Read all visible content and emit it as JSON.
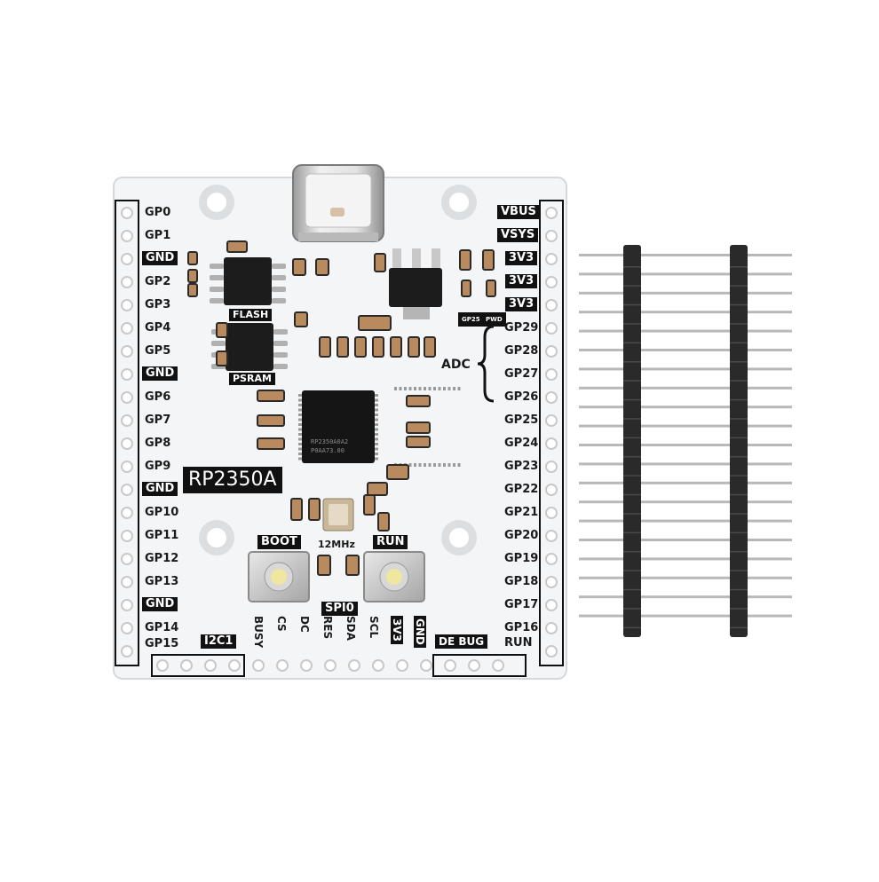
{
  "board": {
    "chip_label": "RP2350A",
    "flash_label": "FLASH",
    "psram_label": "PSRAM",
    "boot_label": "BOOT",
    "run_label": "RUN",
    "crystal_label": "12MHz",
    "adc_label": "ADC",
    "i2c_label": "I2C1",
    "spi_label": "SPI0",
    "debug_label": "DE BUG",
    "debug_run_label": "RUN",
    "led_label_1": "GP25",
    "led_label_2": "PWD",
    "chip_marking_1": "RP2350A0A2",
    "chip_marking_2": "P0AA73.00"
  },
  "left_pins": [
    "GP0",
    "GP1",
    "GND",
    "GP2",
    "GP3",
    "GP4",
    "GP5",
    "GND",
    "GP6",
    "GP7",
    "GP8",
    "GP9",
    "GND",
    "GP10",
    "GP11",
    "GP12",
    "GP13",
    "GND",
    "GP14",
    "GP15"
  ],
  "right_pins": [
    "VBUS",
    "VSYS",
    "3V3",
    "3V3",
    "3V3",
    "GP29",
    "GP28",
    "GP27",
    "GP26",
    "GP25",
    "GP24",
    "GP23",
    "GP22",
    "GP21",
    "GP20",
    "GP19",
    "GP18",
    "GP17",
    "GP16"
  ],
  "bottom_pins": [
    "BUSY",
    "CS",
    "DC",
    "RES",
    "SDA",
    "SCL",
    "3V3",
    "GND"
  ],
  "colors": {
    "pcb": "#f3f5f7",
    "silk_dark": "#111111",
    "header_black": "#2a2a2a",
    "header_pin": "#b8b8b8",
    "usb_metal": "#d9d9d9"
  }
}
